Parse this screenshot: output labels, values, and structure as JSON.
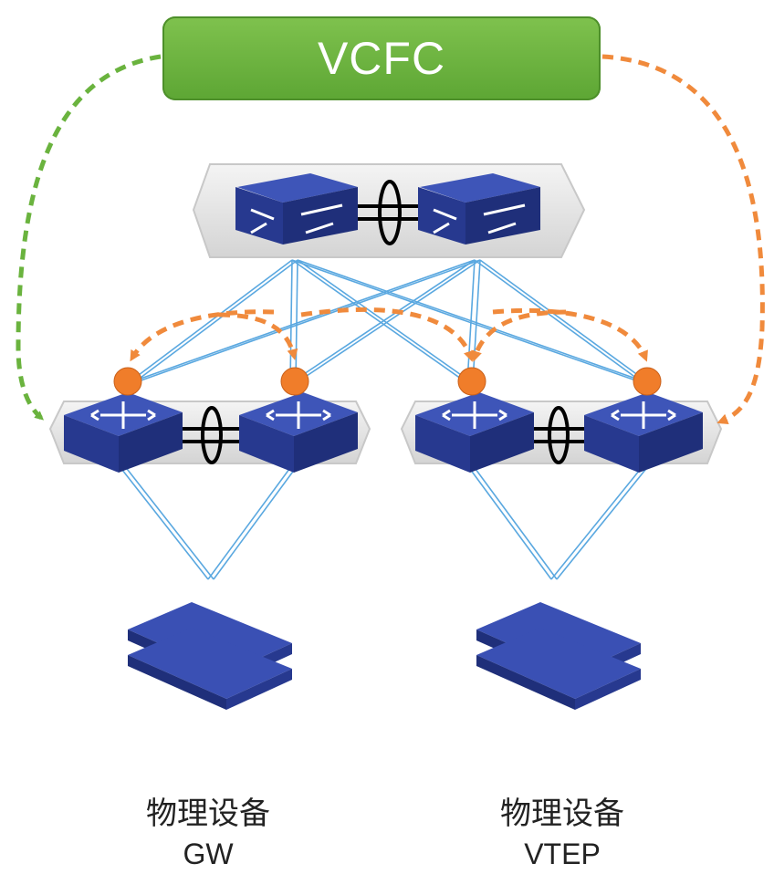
{
  "controller": {
    "label": "VCFC"
  },
  "spine_switches": [
    {
      "id": "spine-1"
    },
    {
      "id": "spine-2"
    }
  ],
  "leaf_switches": [
    {
      "id": "leaf-1",
      "group": "left"
    },
    {
      "id": "leaf-2",
      "group": "left"
    },
    {
      "id": "leaf-3",
      "group": "right"
    },
    {
      "id": "leaf-4",
      "group": "right"
    }
  ],
  "devices": [
    {
      "line1": "物理设备",
      "line2": "GW"
    },
    {
      "line1": "物理设备",
      "line2": "VTEP"
    }
  ],
  "colors": {
    "controller_fill": "#6ab33e",
    "left_control_arrow": "#6ab33e",
    "right_control_arrow": "#f28a3a",
    "peer_arrows": "#f28a3a",
    "link_lines": "#5aa8e0",
    "switch_blue": "#2b3f9e",
    "device_blue": "#2e43a8",
    "vtep_node": "#f07d2a"
  }
}
